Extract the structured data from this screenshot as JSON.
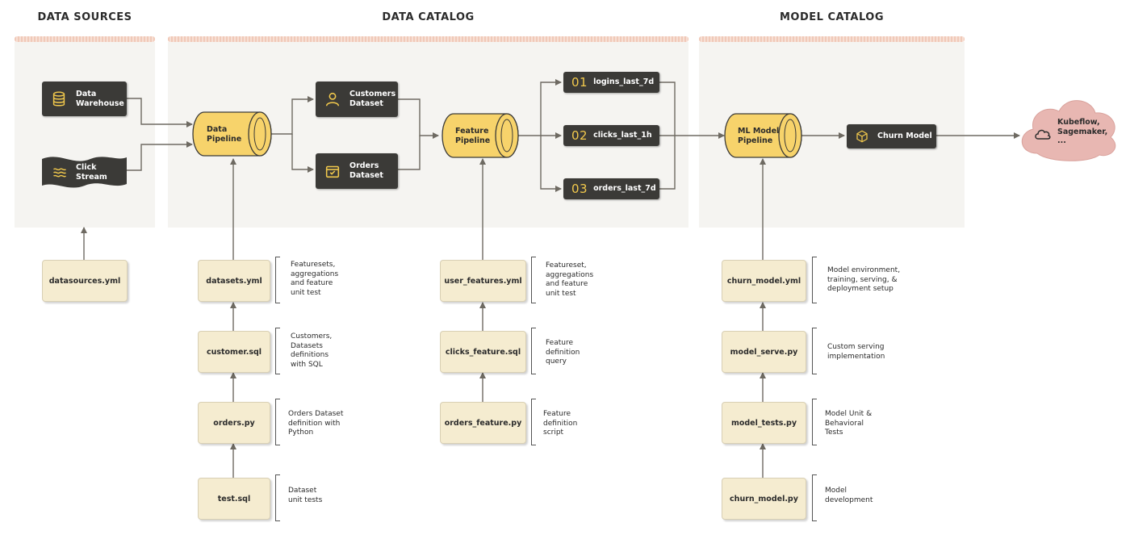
{
  "sections": {
    "data_sources": "DATA SOURCES",
    "data_catalog": "DATA CATALOG",
    "model_catalog": "MODEL CATALOG"
  },
  "sources": {
    "warehouse": {
      "label": "Data\nWarehouse",
      "icon": "database-icon"
    },
    "clickstream": {
      "label": "Click\nStream",
      "icon": "waves-icon"
    }
  },
  "pipelines": {
    "data": "Data\nPipeline",
    "feature": "Feature\nPipeline",
    "ml": "ML Model\nPipeline"
  },
  "datasets": {
    "customers": {
      "label": "Customers\nDataset",
      "icon": "user-icon"
    },
    "orders": {
      "label": "Orders\nDataset",
      "icon": "package-icon"
    }
  },
  "features": [
    {
      "num": "01",
      "label": "logins_last_7d"
    },
    {
      "num": "02",
      "label": "clicks_last_1h"
    },
    {
      "num": "03",
      "label": "orders_last_7d"
    }
  ],
  "churn_model": {
    "label": "Churn Model",
    "icon": "cube-icon"
  },
  "cloud": {
    "label": "Kubeflow,\nSagemaker,\n...",
    "icon": "cloud-icon"
  },
  "files": {
    "datasources": "datasources.yml",
    "datasets": "datasets.yml",
    "customer_sql": "customer.sql",
    "orders_py": "orders.py",
    "test_sql": "test.sql",
    "user_features": "user_features.yml",
    "clicks_feature": "clicks_feature.sql",
    "orders_feature": "orders_feature.py",
    "churn_model_yml": "churn_model.yml",
    "model_serve": "model_serve.py",
    "model_tests": "model_tests.py",
    "churn_model_py": "churn_model.py"
  },
  "notes": {
    "datasets": "Featuresets,\naggregations\nand feature\nunit test",
    "customer_sql": "Customers,\nDatasets\ndefinitions\nwith SQL",
    "orders_py": "Orders Dataset\ndefinition with\nPython",
    "test_sql": "Dataset\nunit tests",
    "user_features": "Featureset,\naggregations\nand feature\nunit test",
    "clicks_feature": "Feature\ndefinition\nquery",
    "orders_feature": "Feature\ndefinition\nscript",
    "churn_model_yml": "Model environment,\ntraining, serving, &\ndeployment setup",
    "model_serve": "Custom serving\nimplementation",
    "model_tests": "Model Unit &\nBehavioral\nTests",
    "churn_model_py": "Model\ndevelopment"
  },
  "colors": {
    "dark_box": "#3b3a37",
    "pipeline_yellow": "#f7d36b",
    "file_cream": "#f5ecd0",
    "panel_bg": "#f5f4f1",
    "cloud_pink": "#e8b7b2",
    "feature_number": "#f2c94c"
  }
}
